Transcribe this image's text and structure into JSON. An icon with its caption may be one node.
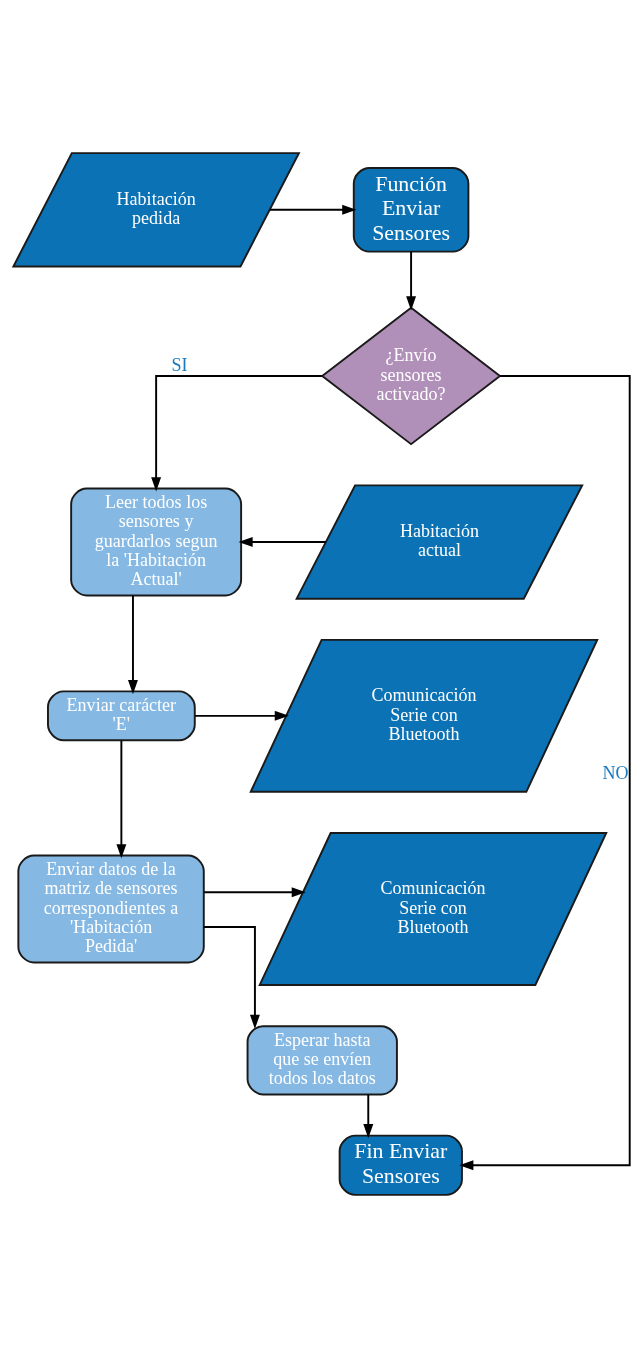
{
  "diagram": {
    "nodes": [
      {
        "text": [
          "Habitación pedida"
        ]
      },
      {
        "text": [
          "Función Enviar Sensores"
        ]
      },
      {
        "text": [
          "¿Envío sensores activado?"
        ]
      },
      {
        "text": [
          "Habitación actual"
        ]
      },
      {
        "text": [
          "Leer todos los sensores y guardarlos segun la 'Habitación Actual'"
        ]
      },
      {
        "text": [
          "Comunicación Serie con Bluetooth"
        ]
      },
      {
        "text": [
          "Enviar carácter 'E'"
        ]
      },
      {
        "text": [
          "Comunicación Serie con Bluetooth"
        ]
      },
      {
        "text": [
          "Enviar datos de la matriz de sensores correspondientes a 'Habitación Pedida'"
        ]
      },
      {
        "text": [
          "Esperar hasta que se envíen todos los datos"
        ]
      },
      {
        "text": [
          "Fin Enviar Sensores"
        ]
      }
    ],
    "edges": [
      {
        "from": 0,
        "to": 1,
        "arrow": "to"
      },
      {
        "from": 1,
        "to": 2,
        "arrow": "to"
      },
      {
        "from": 2,
        "to": 10,
        "arrow": "to",
        "label": "NO"
      },
      {
        "from": 2,
        "to": 4,
        "arrow": "to",
        "label": "SI"
      },
      {
        "from": 3,
        "to": 4,
        "arrow": "to"
      },
      {
        "from": 4,
        "to": 6,
        "arrow": "to"
      },
      {
        "from": 6,
        "to": 5,
        "arrow": "to"
      },
      {
        "from": 6,
        "to": 8,
        "arrow": "to"
      },
      {
        "from": 8,
        "to": 7,
        "arrow": "to"
      },
      {
        "from": 8,
        "to": 9,
        "arrow": "to"
      },
      {
        "from": 9,
        "to": 10,
        "arrow": "to"
      }
    ]
  }
}
